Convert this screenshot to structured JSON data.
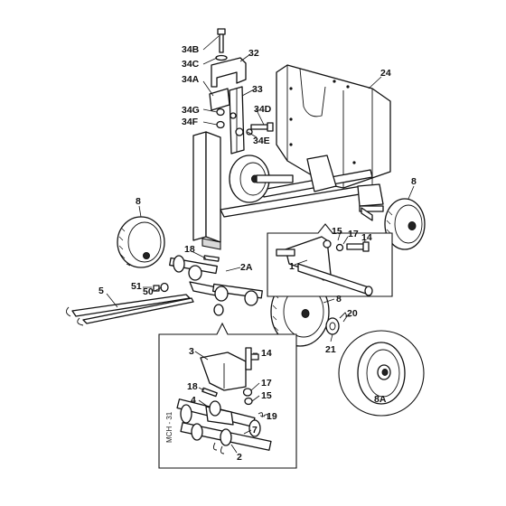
{
  "diagram": {
    "callouts": {
      "c34B": "34B",
      "c34C": "34C",
      "c32": "32",
      "c34A": "34A",
      "c33": "33",
      "c34G": "34G",
      "c34D": "34D",
      "c34F": "34F",
      "c34E": "34E",
      "c24": "24",
      "c8_left": "8",
      "c8_right": "8",
      "c8_front": "8",
      "c18_top": "18",
      "c2A": "2A",
      "c5": "5",
      "c51": "51",
      "c50": "50",
      "c15_top": "15",
      "c17_top": "17",
      "c14_top": "14",
      "c1": "1",
      "c20": "20",
      "c21": "21",
      "c3": "3",
      "c14_bot": "14",
      "c18_bot": "18",
      "c4": "4",
      "c17_bot": "17",
      "c15_bot": "15",
      "c19": "19",
      "c7": "7",
      "c2": "2",
      "c8A": "8A"
    },
    "drawing_code": "MCH - 31"
  }
}
